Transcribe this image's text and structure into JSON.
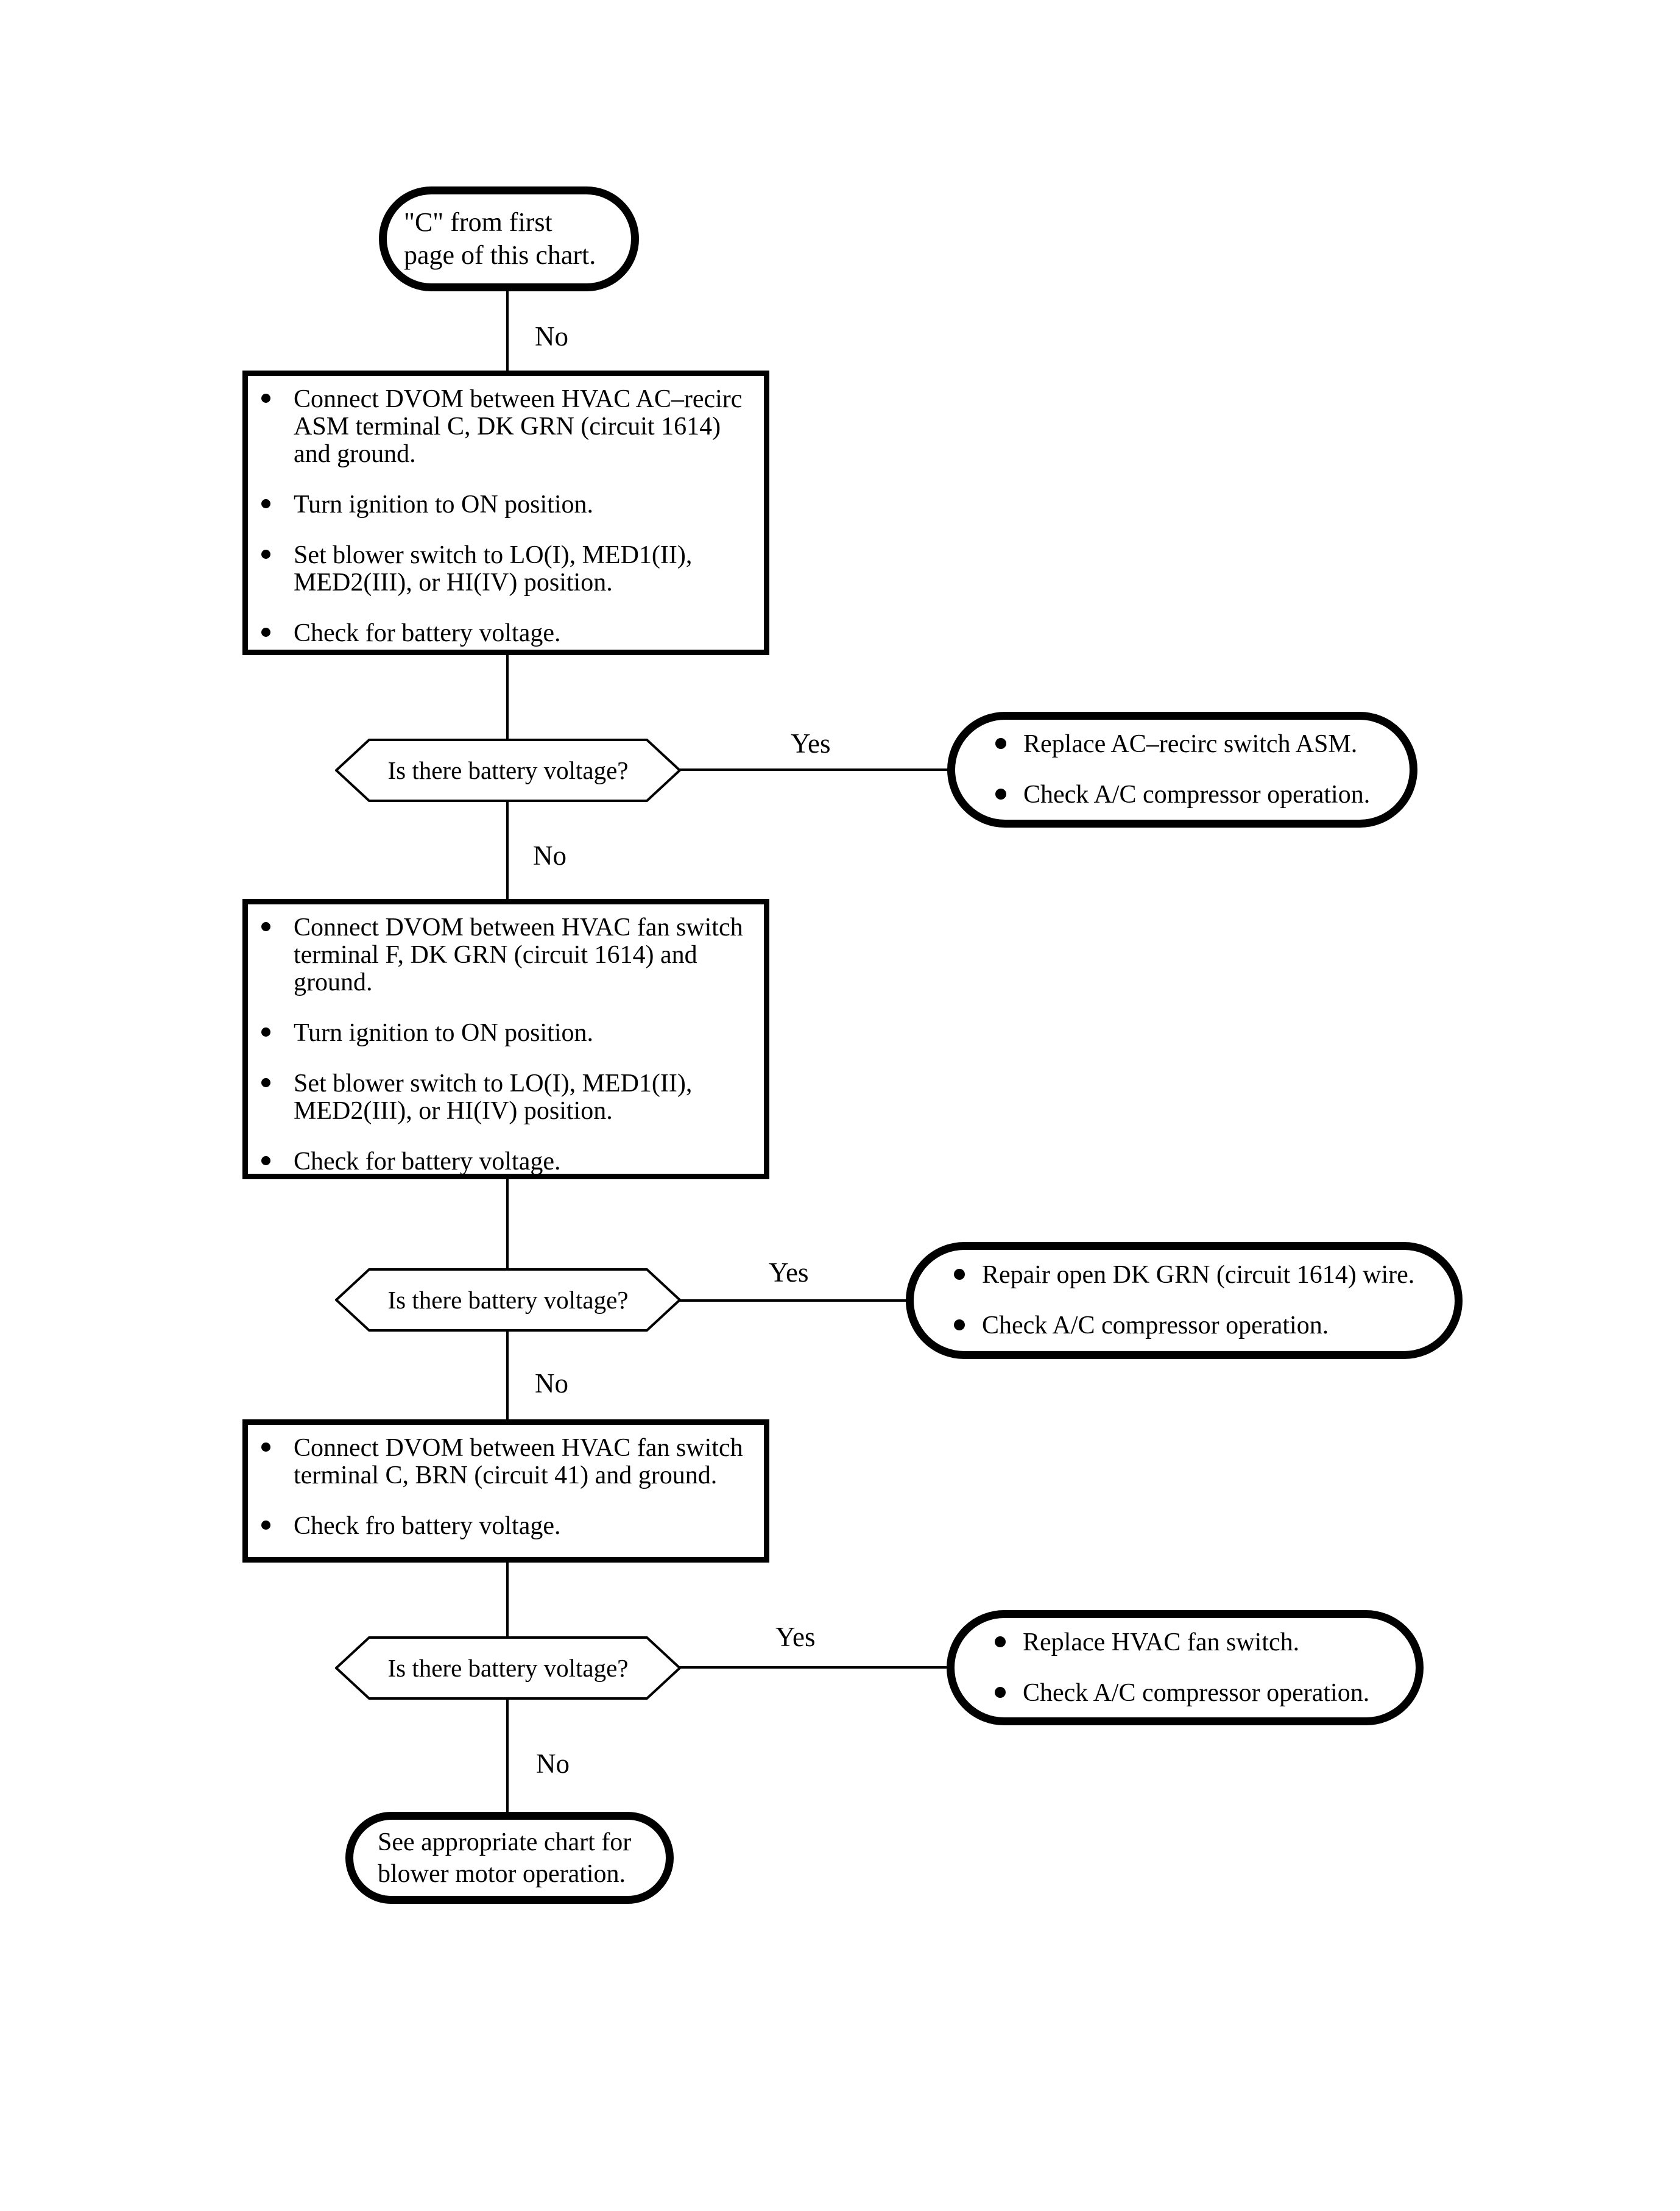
{
  "colors": {
    "ink": "#000000",
    "background": "#ffffff"
  },
  "labels": {
    "yes": "Yes",
    "no": "No"
  },
  "start_terminal": {
    "line1": "\"C\" from first",
    "line2": "page of this chart."
  },
  "process1": {
    "items": [
      "Connect DVOM between HVAC AC–recirc ASM terminal C, DK GRN (circuit 1614) and ground.",
      "Turn ignition to ON position.",
      "Set blower switch to LO(I), MED1(II), MED2(III), or HI(IV) position.",
      "Check for battery voltage."
    ]
  },
  "decision1": {
    "question": "Is there battery voltage?"
  },
  "result1": {
    "items": [
      "Replace AC–recirc switch ASM.",
      "Check A/C compressor operation."
    ]
  },
  "process2": {
    "items": [
      "Connect DVOM between HVAC fan switch terminal F, DK GRN (circuit 1614) and ground.",
      "Turn ignition to ON position.",
      "Set blower switch to LO(I), MED1(II), MED2(III), or HI(IV) position.",
      "Check for battery voltage."
    ]
  },
  "decision2": {
    "question": "Is there battery voltage?"
  },
  "result2": {
    "items": [
      "Repair open DK GRN (circuit 1614) wire.",
      "Check A/C compressor operation."
    ]
  },
  "process3": {
    "items": [
      "Connect DVOM between HVAC fan switch terminal C, BRN (circuit 41) and ground.",
      "Check fro battery voltage."
    ]
  },
  "decision3": {
    "question": "Is there battery voltage?"
  },
  "result3": {
    "items": [
      "Replace HVAC fan switch.",
      "Check A/C compressor operation."
    ]
  },
  "end_terminal": {
    "line1": "See appropriate chart for",
    "line2": "blower motor operation."
  }
}
